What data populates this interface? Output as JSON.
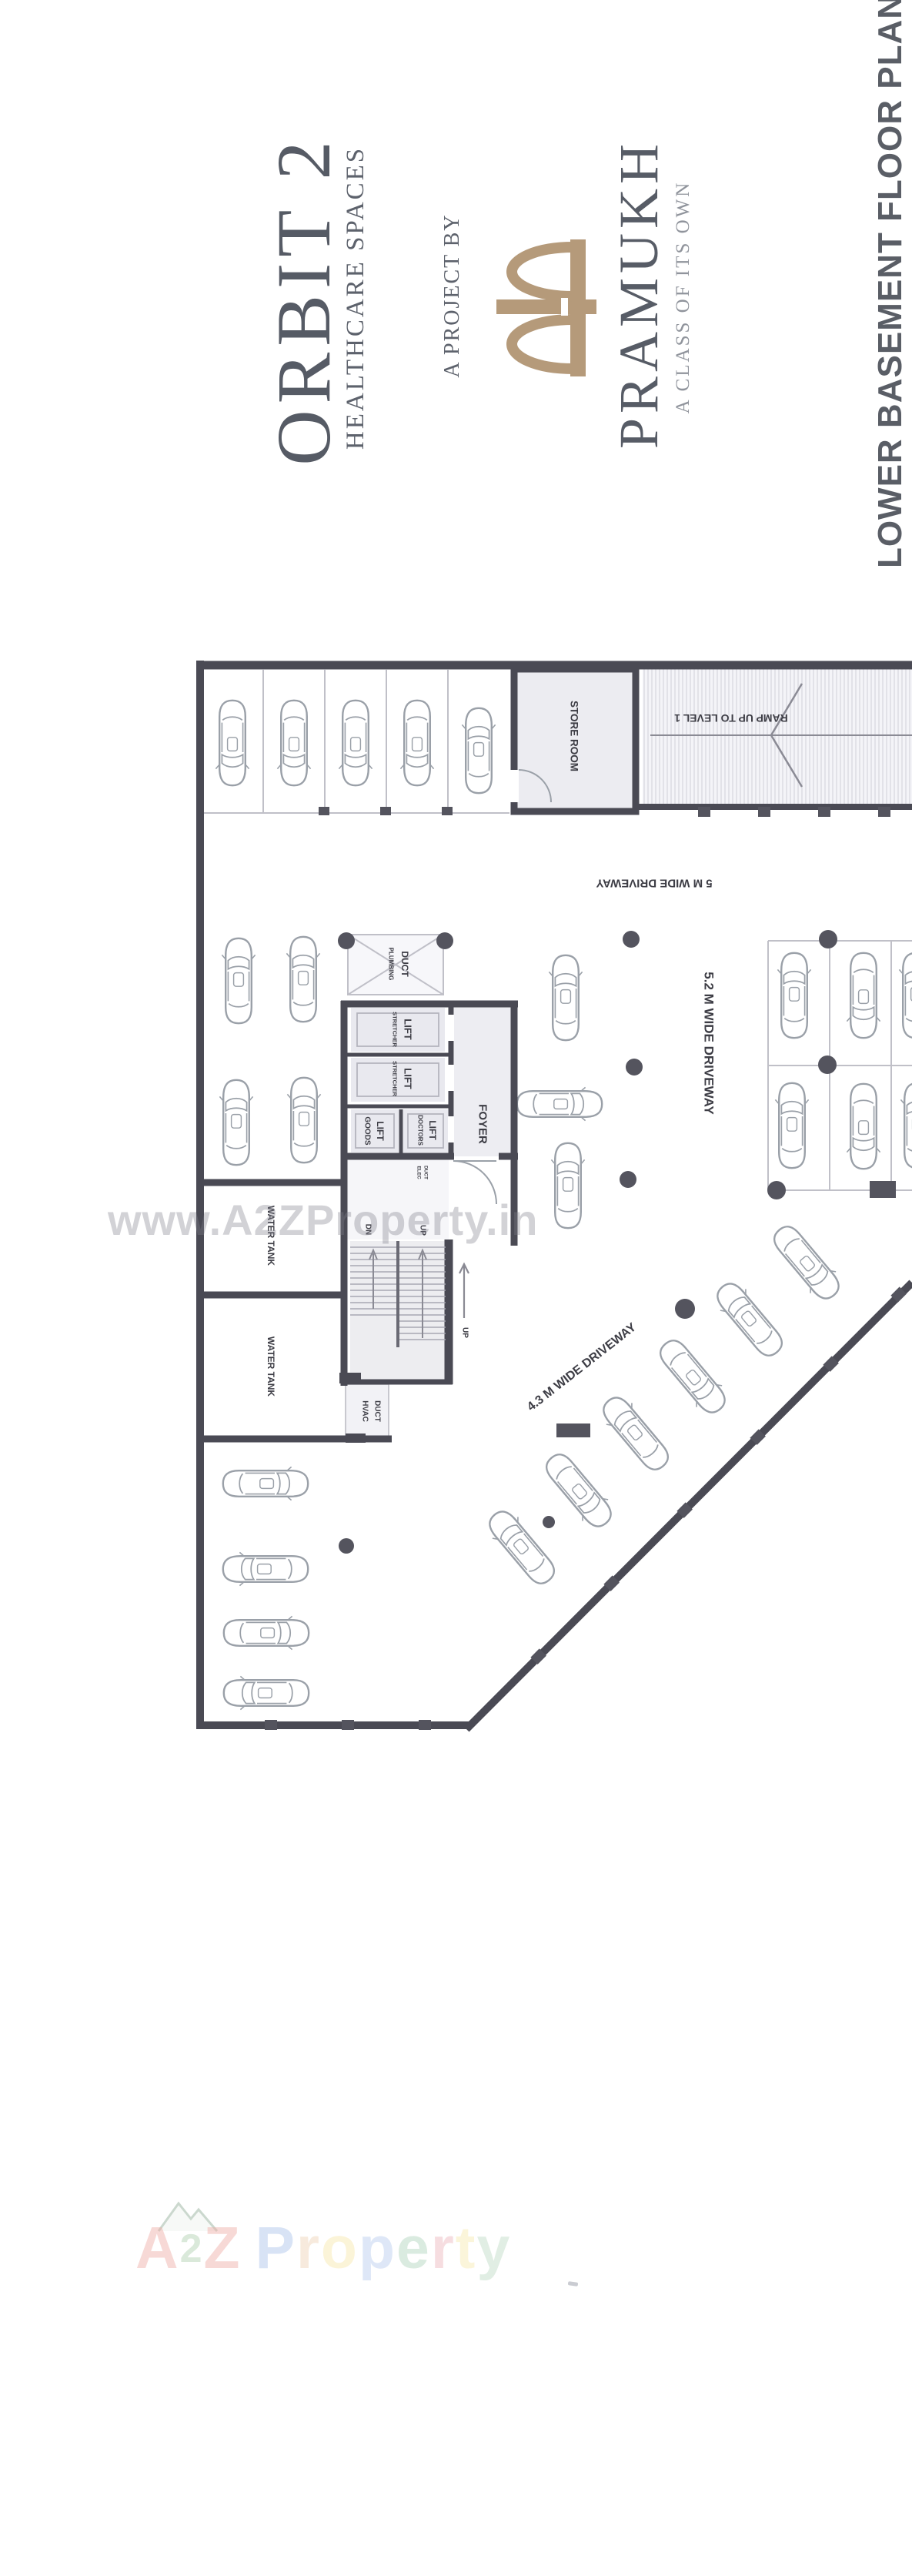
{
  "header": {
    "project_name": "ORBIT 2",
    "project_tagline": "HEALTHCARE SPACES",
    "byline": "A PROJECT BY",
    "developer_name": "PRAMUKH",
    "developer_tagline": "A CLASS OF ITS OWN",
    "sheet_title": "LOWER BASEMENT FLOOR PLAN",
    "brand_color": "#b59a7a",
    "title_color": "#5a5e66"
  },
  "plan": {
    "labels": {
      "store_room": "STORE ROOM",
      "ramp": "RAMP UP TO LEVEL 1",
      "driveway_5m": "5 M WIDE DRIVEWAY",
      "driveway_5_2m": "5.2 M WIDE DRIVEWAY",
      "driveway_4_3m": "4.3 M WIDE DRIVEWAY",
      "plumbing_line1": "PLUMBING",
      "plumbing_line2": "DUCT",
      "stretcher_line1": "STRETCHER",
      "lift": "LIFT",
      "goods_line1": "GOODS",
      "doctors_line1": "DOCTORS",
      "foyer": "FOYER",
      "water_tank": "WATER TANK",
      "dn": "DN",
      "up": "UP",
      "hvac_line1": "HVAC",
      "hvac_line2": "DUCT",
      "elec_line1": "ELEC",
      "elec_line2": "DUCT"
    },
    "colors": {
      "wall": "#4a4a54",
      "line": "#c0c0c8",
      "car": "#9aa0a8",
      "column": "#54545e",
      "label": "#3d3d45",
      "room_fill": "#ececf1"
    }
  },
  "watermark": {
    "text": "www.A2ZProperty.in"
  },
  "footer_logo": {
    "letters": [
      {
        "ch": "A",
        "color": "#efaca6"
      },
      {
        "ch": "2",
        "color": "#aecfae"
      },
      {
        "ch": "Z",
        "color": "#efaca6"
      },
      {
        "ch": "P",
        "color": "#a9c2ea"
      },
      {
        "ch": "r",
        "color": "#eed2b4"
      },
      {
        "ch": "o",
        "color": "#f7e7a9"
      },
      {
        "ch": "p",
        "color": "#b7cbee"
      },
      {
        "ch": "e",
        "color": "#afd3bb"
      },
      {
        "ch": "r",
        "color": "#ecb6bc"
      },
      {
        "ch": "t",
        "color": "#f7e9ae"
      },
      {
        "ch": "y",
        "color": "#bedac4"
      }
    ]
  }
}
